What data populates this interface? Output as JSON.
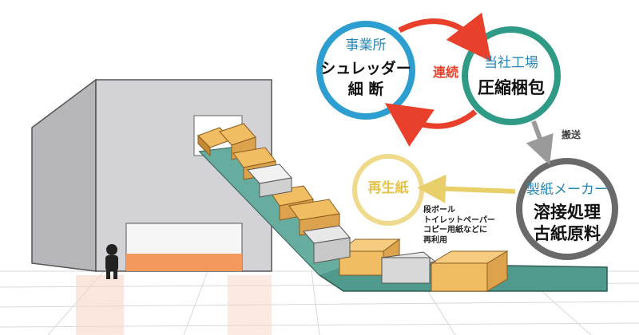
{
  "title": "",
  "colors": {
    "red_arrow": "#e8402a",
    "circle_blue": "#2c9fd0",
    "circle_green": "#2f9a86",
    "circle_gray": "#6a6a6a",
    "circle_yellow": "#efd98a",
    "gray_arrow": "#9a9a9a",
    "yellow_arrow": "#e8cf6a",
    "conveyor": "#4f9a8c",
    "building": "#c7c7cb"
  },
  "nodes": {
    "office": {
      "title": "事業所",
      "line1": "シュレッダー",
      "line2": "細 断"
    },
    "factory": {
      "title": "当社工場",
      "line1": "圧縮梱包"
    },
    "maker": {
      "title": "製紙メーカー",
      "line1": "溶接処理",
      "line2": "古紙原料"
    },
    "recycled": {
      "title": "再生紙"
    }
  },
  "edges": {
    "continuous": "連続",
    "transport": "搬送"
  },
  "note": {
    "lines": [
      "段ボール",
      "トイレットペーパー",
      "コピー用紙などに",
      "再利用"
    ]
  }
}
